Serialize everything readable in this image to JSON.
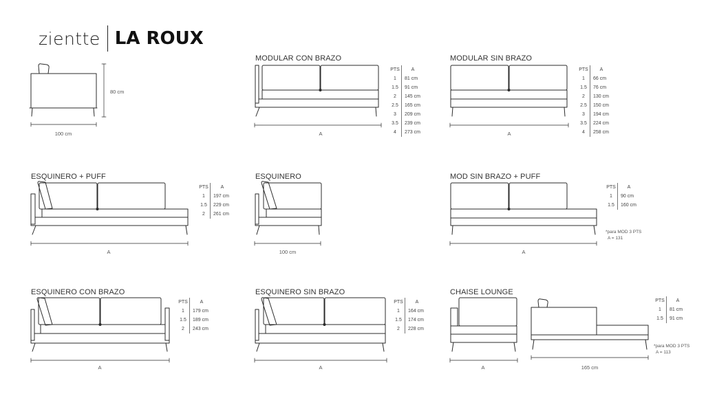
{
  "brand": {
    "name": "zientte",
    "collection": "LA ROUX"
  },
  "side_view": {
    "height_label": "80 cm",
    "depth_label": "100 cm"
  },
  "modules": [
    {
      "key": "modular_con_brazo",
      "title": "MODULAR CON BRAZO",
      "dim_label": "A",
      "table": {
        "col_pts": "PTS",
        "col_a": "A",
        "rows": [
          [
            "1",
            "81 cm"
          ],
          [
            "1.5",
            "91 cm"
          ],
          [
            "2",
            "145 cm"
          ],
          [
            "2.5",
            "165 cm"
          ],
          [
            "3",
            "209 cm"
          ],
          [
            "3.5",
            "239 cm"
          ],
          [
            "4",
            "273 cm"
          ]
        ]
      }
    },
    {
      "key": "modular_sin_brazo",
      "title": "MODULAR SIN BRAZO",
      "dim_label": "A",
      "table": {
        "col_pts": "PTS",
        "col_a": "A",
        "rows": [
          [
            "1",
            "66 cm"
          ],
          [
            "1.5",
            "76 cm"
          ],
          [
            "2",
            "130 cm"
          ],
          [
            "2.5",
            "150 cm"
          ],
          [
            "3",
            "194 cm"
          ],
          [
            "3.5",
            "224 cm"
          ],
          [
            "4",
            "258 cm"
          ]
        ]
      }
    },
    {
      "key": "esquinero_puff",
      "title": "ESQUINERO + PUFF",
      "dim_label": "A",
      "table": {
        "col_pts": "PTS",
        "col_a": "A",
        "rows": [
          [
            "1",
            "197 cm"
          ],
          [
            "1.5",
            "229 cm"
          ],
          [
            "2",
            "261 cm"
          ]
        ]
      }
    },
    {
      "key": "esquinero",
      "title": "ESQUINERO",
      "dim_label": "100 cm"
    },
    {
      "key": "mod_sin_brazo_puff",
      "title": "MOD SIN BRAZO + PUFF",
      "dim_label": "A",
      "table": {
        "col_pts": "PTS",
        "col_a": "A",
        "rows": [
          [
            "1",
            "90 cm"
          ],
          [
            "1.5",
            "160 cm"
          ]
        ]
      },
      "note": [
        "*para MOD 3 PTS",
        "A = 131"
      ]
    },
    {
      "key": "esquinero_con_brazo",
      "title": "ESQUINERO CON BRAZO",
      "dim_label": "A",
      "table": {
        "col_pts": "PTS",
        "col_a": "A",
        "rows": [
          [
            "1",
            "179 cm"
          ],
          [
            "1.5",
            "189 cm"
          ],
          [
            "2",
            "243 cm"
          ]
        ]
      }
    },
    {
      "key": "esquinero_sin_brazo",
      "title": "ESQUINERO SIN BRAZO",
      "dim_label": "A",
      "table": {
        "col_pts": "PTS",
        "col_a": "A",
        "rows": [
          [
            "1",
            "164 cm"
          ],
          [
            "1.5",
            "174 cm"
          ],
          [
            "2",
            "228 cm"
          ]
        ]
      }
    },
    {
      "key": "chaise_lounge",
      "title": "CHAISE LOUNGE",
      "dim_label": "A",
      "dim_label_2": "165 cm",
      "table": {
        "col_pts": "PTS",
        "col_a": "A",
        "rows": [
          [
            "1",
            "81 cm"
          ],
          [
            "1.5",
            "91 cm"
          ]
        ]
      },
      "note": [
        "*para MOD 3 PTS",
        "A = 113"
      ]
    }
  ]
}
